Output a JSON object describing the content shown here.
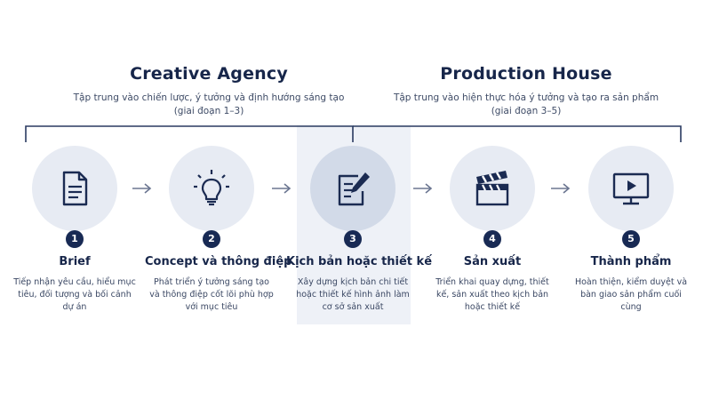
{
  "groups": {
    "creative": {
      "title": "Creative Agency",
      "desc": "Tập trung vào chiến lược, ý tưởng và định hướng sáng tạo",
      "phase": "(giai đoạn 1–3)"
    },
    "production": {
      "title": "Production House",
      "desc": "Tập trung vào hiện thực hóa ý tưởng và tạo ra sản phẩm",
      "phase": "(giai đoạn 3–5)"
    }
  },
  "steps": [
    {
      "num": "1",
      "title": "Brief",
      "desc": "Tiếp nhận yêu cầu, hiểu mục tiêu, đối tượng và bối cảnh dự án",
      "icon": "document-icon"
    },
    {
      "num": "2",
      "title": "Concept và thông điệp",
      "desc": "Phát triển ý tưởng sáng tạo và thông điệp cốt lõi phù hợp với mục tiêu",
      "icon": "lightbulb-icon"
    },
    {
      "num": "3",
      "title": "Kịch bản hoặc thiết kế",
      "desc": "Xây dựng kịch bản chi tiết hoặc thiết kế hình ảnh làm cơ sở sản xuất",
      "icon": "script-pen-icon"
    },
    {
      "num": "4",
      "title": "Sản xuất",
      "desc": "Triển khai quay dựng, thiết kế, sản xuất theo kịch bản hoặc thiết kế",
      "icon": "clapperboard-icon"
    },
    {
      "num": "5",
      "title": "Thành phẩm",
      "desc": "Hoàn thiện, kiểm duyệt và bàn giao sản phẩm cuối cùng",
      "icon": "monitor-play-icon"
    }
  ],
  "colors": {
    "navy": "#182a54",
    "circle": "#e7ebf3",
    "highlight": "#eef1f7"
  }
}
